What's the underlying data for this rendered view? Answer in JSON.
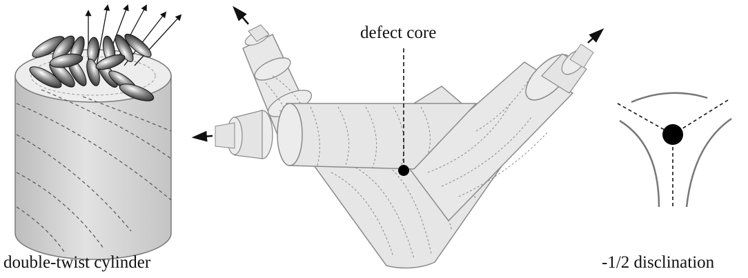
{
  "labels": {
    "left": "double-twist cylinder",
    "center": "defect core",
    "right": "-1/2 disclination"
  }
}
